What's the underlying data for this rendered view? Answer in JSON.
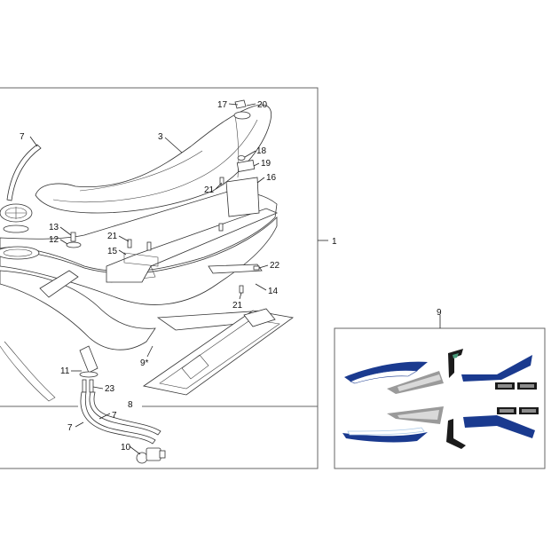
{
  "colors": {
    "line": "#222222",
    "frame": "#666666",
    "decal_blue": "#1a3a8f",
    "decal_dark": "#1b1b1b",
    "decal_grey": "#9a9a9a",
    "decal_light_blue": "#a9c8e6"
  },
  "callouts": {
    "assembly": "1",
    "seat": "3",
    "hose": "7",
    "hose_lower_a": "7",
    "hose_lower_b": "7",
    "tank_assembly": "8",
    "decal_set": "9",
    "decal_star": "9*",
    "fuel_cock": "10",
    "fitting": "11",
    "washer": "12",
    "screw": "13",
    "bracket_rear": "14",
    "bracket_front": "15",
    "bracket_seat": "16",
    "bolt_top": "17",
    "nut": "18",
    "plate": "19",
    "cap": "20",
    "bolt_a": "21",
    "bolt_b": "21",
    "bolt_c": "21",
    "bolt_d": "22",
    "clip": "23"
  }
}
